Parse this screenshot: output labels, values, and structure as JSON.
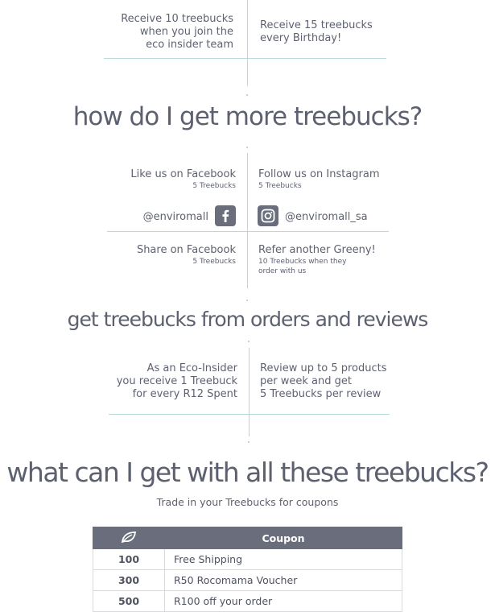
{
  "join": {
    "left": [
      "Receive 10 treebucks",
      "when you join the",
      "eco insider team"
    ],
    "right": [
      "Receive 15 treebucks",
      "every Birthday!"
    ]
  },
  "more": {
    "heading": "how do I get more treebucks?",
    "facebook_like": {
      "title": "Like us on Facebook",
      "reward": "5 Treebucks",
      "handle": "@enviromall"
    },
    "instagram_follow": {
      "title": "Follow us on Instagram",
      "reward": "5 Treebucks",
      "handle": "@enviromall_sa"
    },
    "facebook_share": {
      "title": "Share on Facebook",
      "reward": "5 Treebucks"
    },
    "refer": {
      "title": "Refer another Greeny!",
      "reward": [
        "10 Treebucks when they",
        "order with us"
      ]
    },
    "icons": {
      "facebook": "facebook-icon",
      "instagram": "instagram-icon"
    }
  },
  "orders": {
    "heading": "get treebucks from orders and reviews",
    "left": [
      "As an Eco-Insider",
      "you receive 1 Treebuck",
      "for every R12 Spent"
    ],
    "right": [
      "Review up to 5 products",
      "per week and get",
      "5 Treebucks per review"
    ]
  },
  "spend": {
    "heading": "what can I get with all these treebucks?",
    "subtitle": "Trade in your Treebucks for coupons",
    "table": {
      "icon": "leaf-icon",
      "coupon_header": "Coupon",
      "rows": [
        {
          "amount": "100",
          "coupon": "Free Shipping"
        },
        {
          "amount": "300",
          "coupon": "R50 Rocomama Voucher"
        },
        {
          "amount": "500",
          "coupon": "R100 off your order"
        }
      ]
    }
  },
  "colors": {
    "text": "#5e6270",
    "accent_line": "#b8dad6",
    "icon_bg": "#6a6e7c"
  }
}
